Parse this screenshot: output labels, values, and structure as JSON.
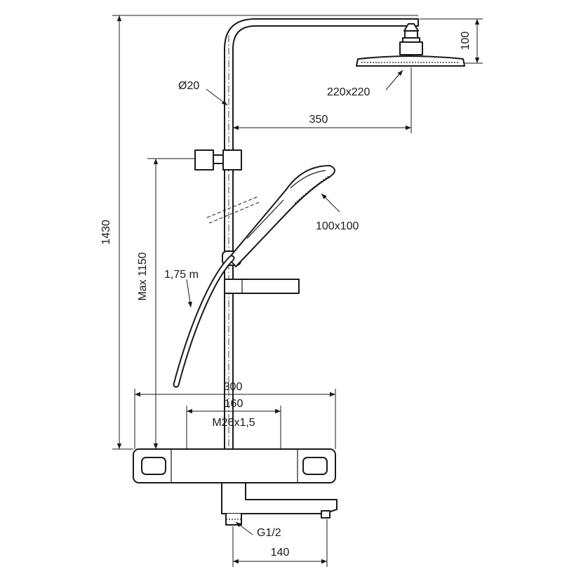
{
  "labels": {
    "rail_diameter": "Ø20",
    "head_size": "220x220",
    "head_height": "100",
    "arm_length": "350",
    "total_height": "1430",
    "max_height": "Max 1150",
    "hose_length": "1,75 m",
    "hand_shower_size": "100x100",
    "mixer_width": "300",
    "connection_spacing": "160",
    "connector_thread": "M26x1,5",
    "inlet_thread": "G1/2",
    "spout_length": "140"
  },
  "colors": {
    "line": "#1a1a1a",
    "background": "#ffffff"
  }
}
